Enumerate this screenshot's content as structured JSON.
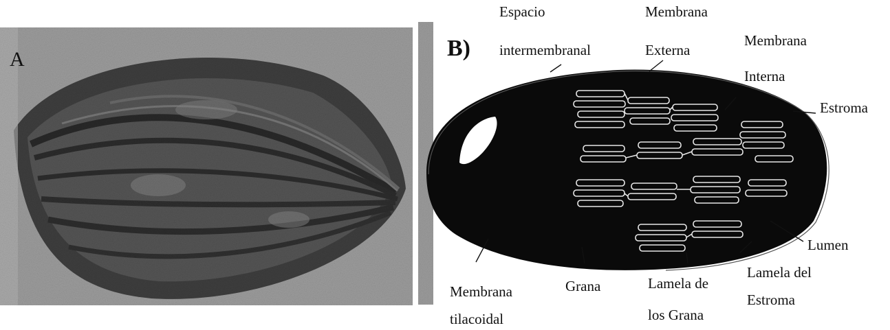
{
  "panel_a": {
    "letter": "A"
  },
  "panel_b": {
    "letter": "B)",
    "labels": {
      "espacio_line1": "Espacio",
      "espacio_line2": "intermembranal",
      "membrana_externa_line1": "Membrana",
      "membrana_externa_line2": "Externa",
      "membrana_interna_line1": "Membrana",
      "membrana_interna_line2": "Interna",
      "estroma": "Estroma",
      "lumen": "Lumen",
      "lamela_estroma_line1": "Lamela del",
      "lamela_estroma_line2": "Estroma",
      "lamela_grana_line1": "Lamela de",
      "lamela_grana_line2": "los Grana",
      "grana": "Grana",
      "membrana_tilacoidal_line1": "Membrana",
      "membrana_tilacoidal_line2": "tilacoidal"
    }
  },
  "colors": {
    "ink": "#111111",
    "micrograph_bg": "#9a9a9a",
    "organelle_dark": "#0a0a0a"
  }
}
